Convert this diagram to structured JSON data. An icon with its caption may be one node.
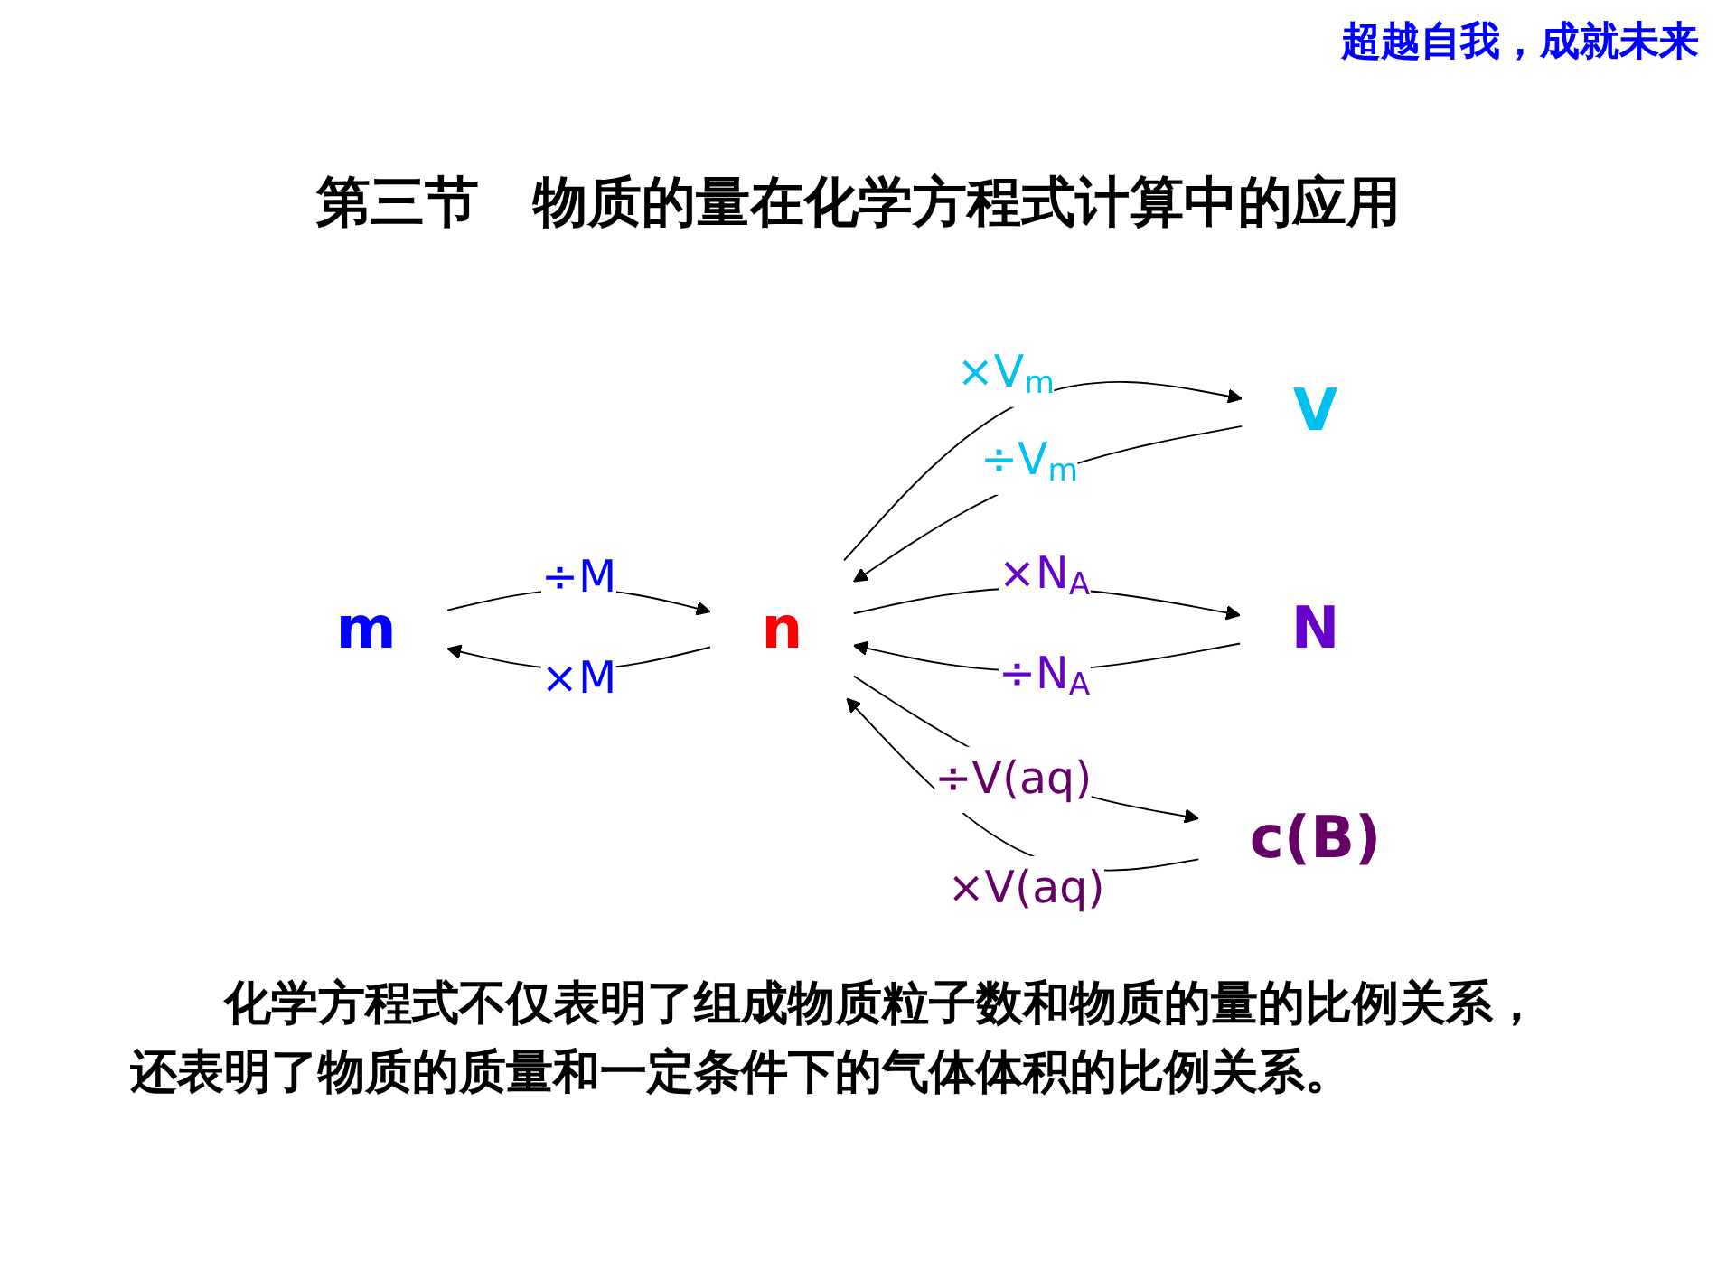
{
  "diagram": {
    "title": "第三节　物质的量在化学方程式计算中的应用",
    "caption": "化学方程式不仅表明了组成物质粒子数和物质的量的比例关系，还表明了物质的质量和一定条件下的气体体积的比例关系。",
    "nodes": [
      {
        "text": [
          "m"
        ]
      },
      {
        "text": [
          "V"
        ]
      },
      {
        "text": [
          "n"
        ]
      },
      {
        "text": [
          "N"
        ]
      },
      {
        "text": [
          "c(B)"
        ]
      }
    ],
    "edges": [
      {
        "from": 0,
        "to": 2,
        "arrow": "to",
        "label": "÷M"
      },
      {
        "from": 2,
        "to": 0,
        "arrow": "to",
        "label": "×M"
      },
      {
        "from": 2,
        "to": 1,
        "arrow": "to",
        "label": "×V$_{m}$"
      },
      {
        "from": 1,
        "to": 2,
        "arrow": "to",
        "label": "÷V$_{m}$"
      },
      {
        "from": 3,
        "to": 2,
        "arrow": "to",
        "label": "÷N$_{A}$"
      },
      {
        "from": 2,
        "to": 3,
        "arrow": "to",
        "label": "×N$_{A}$"
      },
      {
        "from": 4,
        "to": 2,
        "arrow": "to",
        "label": "×V(aq)"
      },
      {
        "from": 2,
        "to": 4,
        "arrow": "to",
        "label": "÷V(aq)"
      }
    ],
    "labels": [
      "超越自我，成就未来"
    ]
  }
}
